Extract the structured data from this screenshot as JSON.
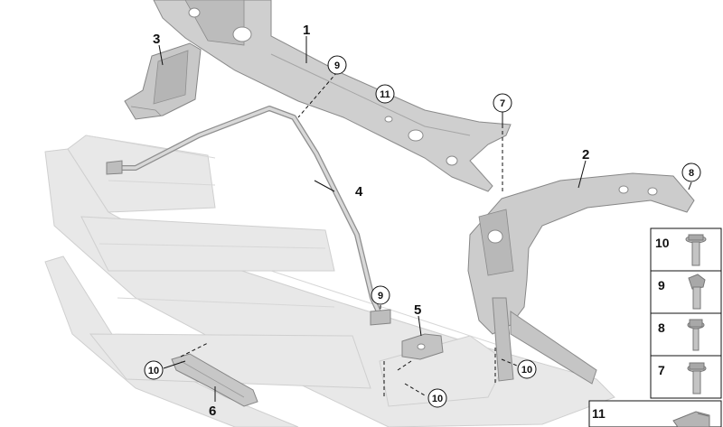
{
  "callouts": {
    "part_1": "1",
    "part_2": "2",
    "part_3": "3",
    "part_4": "4",
    "part_5": "5",
    "part_6": "6",
    "circle_7": "7",
    "circle_8": "8",
    "circle_9_top": "9",
    "circle_9_bottom": "9",
    "circle_10_left": "10",
    "circle_10_center": "10",
    "circle_10_right": "10",
    "circle_11": "11"
  },
  "legend": {
    "items": [
      {
        "label": "10",
        "icon": "flange-bolt-icon"
      },
      {
        "label": "9",
        "icon": "hex-bolt-icon"
      },
      {
        "label": "8",
        "icon": "hex-screw-icon"
      },
      {
        "label": "7",
        "icon": "collar-bolt-icon"
      }
    ],
    "bottom_label": "11",
    "bottom_icon": "clip-nut-icon"
  },
  "colors": {
    "metal_light": "#d4d4d4",
    "metal_mid": "#bdbdbd",
    "metal_dark": "#8e8e8e",
    "ghost": "#e6e6e6",
    "ghost_edge": "#c9c9c9",
    "line": "#111111"
  }
}
